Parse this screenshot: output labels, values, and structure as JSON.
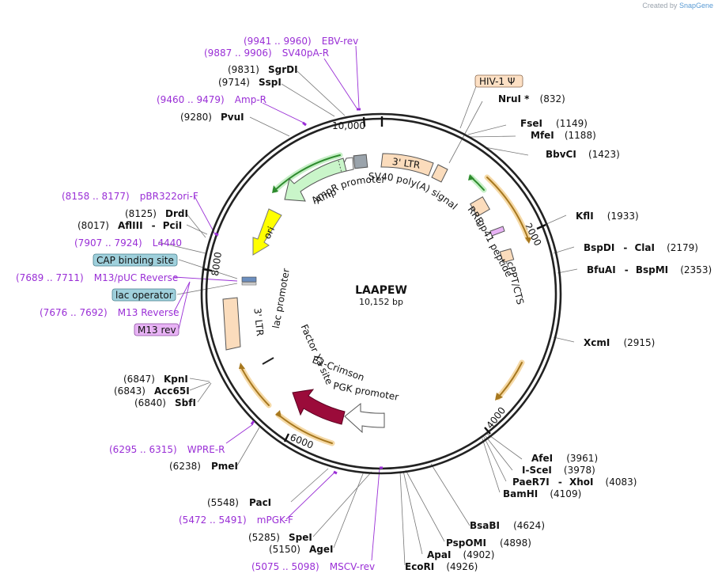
{
  "plasmid": {
    "name": "LAAPEW",
    "size": "10,152 bp"
  },
  "credit": {
    "prefix": "Created by",
    "brand": "SnapGene"
  },
  "ticks": [
    "10,000",
    "2000",
    "4000",
    "6000",
    "8000"
  ],
  "enzymes": [
    {
      "name": "SgrDI",
      "pos": "(9831)"
    },
    {
      "name": "SspI",
      "pos": "(9714)"
    },
    {
      "name": "PvuI",
      "pos": "(9280)"
    },
    {
      "name": "NruI *",
      "pos": "(832)"
    },
    {
      "name": "FseI",
      "pos": "(1149)"
    },
    {
      "name": "MfeI",
      "pos": "(1188)"
    },
    {
      "name": "BbvCI",
      "pos": "(1423)"
    },
    {
      "name": "KflI",
      "pos": "(1933)"
    },
    {
      "name": "BspDI",
      "name2": "ClaI",
      "pos": "(2179)"
    },
    {
      "name": "BfuAI",
      "name2": "BspMI",
      "pos": "(2353)"
    },
    {
      "name": "XcmI",
      "pos": "(2915)"
    },
    {
      "name": "AfeI",
      "pos": "(3961)"
    },
    {
      "name": "I-SceI",
      "pos": "(3978)"
    },
    {
      "name": "PaeR7I",
      "name2": "XhoI",
      "pos": "(4083)"
    },
    {
      "name": "BamHI",
      "pos": "(4109)"
    },
    {
      "name": "BsaBI",
      "pos": "(4624)"
    },
    {
      "name": "PspOMI",
      "pos": "(4898)"
    },
    {
      "name": "ApaI",
      "pos": "(4902)"
    },
    {
      "name": "EcoRI",
      "pos": "(4926)"
    },
    {
      "name": "SpeI",
      "pos": "(5285)"
    },
    {
      "name": "AgeI",
      "pos": "(5150)"
    },
    {
      "name": "PacI",
      "pos": "(5548)"
    },
    {
      "name": "PmeI",
      "pos": "(6238)"
    },
    {
      "name": "KpnI",
      "pos": "(6847)"
    },
    {
      "name": "Acc65I",
      "pos": "(6843)"
    },
    {
      "name": "SbfI",
      "pos": "(6840)"
    },
    {
      "name": "DrdI",
      "pos": "(8125)"
    },
    {
      "name": "AflIII",
      "name2": "PciI",
      "pos": "(8017)"
    }
  ],
  "primers": [
    {
      "range": "(9941 .. 9960)",
      "name": "EBV-rev"
    },
    {
      "range": "(9887 .. 9906)",
      "name": "SV40pA-R"
    },
    {
      "range": "(9460 .. 9479)",
      "name": "Amp-R"
    },
    {
      "range": "(8158 .. 8177)",
      "name": "pBR322ori-F"
    },
    {
      "range": "(7907 .. 7924)",
      "name": "L4440"
    },
    {
      "range": "(7689 .. 7711)",
      "name": "M13/pUC Reverse"
    },
    {
      "range": "(7676 .. 7692)",
      "name": "M13 Reverse"
    },
    {
      "range": "(6295 .. 6315)",
      "name": "WPRE-R"
    },
    {
      "range": "(5472 .. 5491)",
      "name": "mPGK-F"
    },
    {
      "range": "(5075 .. 5098)",
      "name": "MSCV-rev"
    }
  ],
  "boxed_labels": [
    {
      "text": "HIV-1 Ψ",
      "color": "#fde0c4"
    },
    {
      "text": "CAP binding site",
      "color": "#9fd0dc"
    },
    {
      "text": "lac operator",
      "color": "#9fd0dc"
    },
    {
      "text": "M13 rev",
      "color": "#e8b3f5"
    }
  ],
  "features": {
    "ltr3_top": "3' LTR",
    "sv40": "SV40 poly(A) signal",
    "ampr_promoter": "AmpR promoter",
    "ampr": "AmpR",
    "ori": "ori",
    "rre": "RRE",
    "gp41": "gp41 peptide",
    "cppt": "cPPT/CTS",
    "lac_promoter": "lac promoter",
    "ltr3_left": "3' LTR",
    "factor_xa": "Factor Xa site",
    "e2_crimson": "E2-Crimson",
    "pgk": "PGK promoter"
  },
  "colors": {
    "backbone": "#222222",
    "primer": "#9a2fd6",
    "ltr": "#fbdcbc",
    "ampr": "#c9f5c9",
    "ori": "#ffff00",
    "e2_crimson": "#9b0b3a",
    "orf_arc": "#f0a830",
    "orf_arc_green": "#40a040"
  }
}
